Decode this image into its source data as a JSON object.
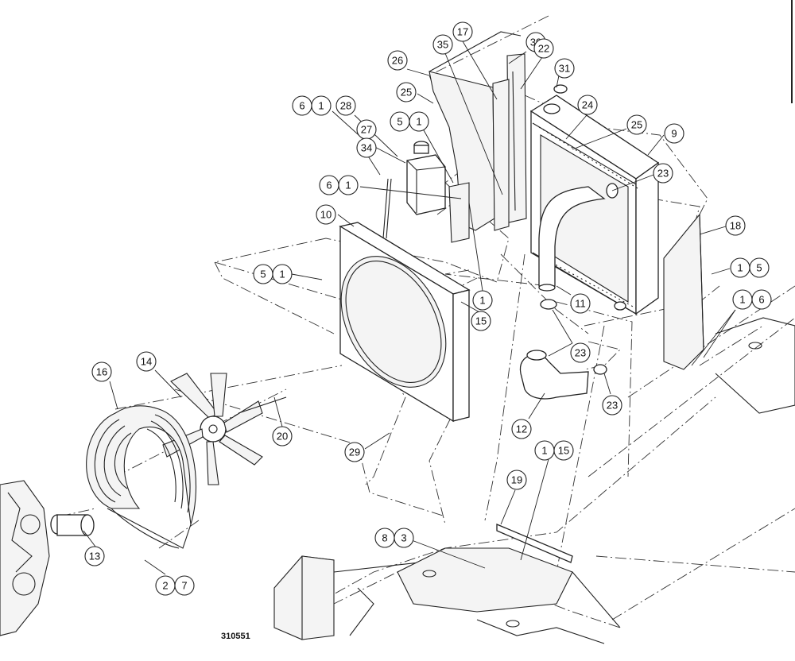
{
  "drawing_number": "310551",
  "callouts": [
    {
      "id": "c-26",
      "labels": [
        "26"
      ]
    },
    {
      "id": "c-35",
      "labels": [
        "35"
      ]
    },
    {
      "id": "c-17",
      "labels": [
        "17"
      ]
    },
    {
      "id": "c-30",
      "labels": [
        "30"
      ]
    },
    {
      "id": "c-22",
      "labels": [
        "22"
      ]
    },
    {
      "id": "c-31",
      "labels": [
        "31"
      ]
    },
    {
      "id": "c-25a",
      "labels": [
        "25"
      ]
    },
    {
      "id": "c-6-1a",
      "labels": [
        "6",
        "1"
      ]
    },
    {
      "id": "c-28",
      "labels": [
        "28"
      ]
    },
    {
      "id": "c-24",
      "labels": [
        "24"
      ]
    },
    {
      "id": "c-25b",
      "labels": [
        "25"
      ]
    },
    {
      "id": "c-9",
      "labels": [
        "9"
      ]
    },
    {
      "id": "c-5-1a",
      "labels": [
        "5",
        "1"
      ]
    },
    {
      "id": "c-27",
      "labels": [
        "27"
      ]
    },
    {
      "id": "c-34",
      "labels": [
        "34"
      ]
    },
    {
      "id": "c-23a",
      "labels": [
        "23"
      ]
    },
    {
      "id": "c-6-1b",
      "labels": [
        "6",
        "1"
      ]
    },
    {
      "id": "c-10",
      "labels": [
        "10"
      ]
    },
    {
      "id": "c-18",
      "labels": [
        "18"
      ]
    },
    {
      "id": "c-5-1b",
      "labels": [
        "5",
        "1"
      ]
    },
    {
      "id": "c-1-5",
      "labels": [
        "1",
        "5"
      ]
    },
    {
      "id": "c-1a",
      "labels": [
        "1"
      ]
    },
    {
      "id": "c-11",
      "labels": [
        "11"
      ]
    },
    {
      "id": "c-1-6",
      "labels": [
        "1",
        "6"
      ]
    },
    {
      "id": "c-15a",
      "labels": [
        "15"
      ]
    },
    {
      "id": "c-16",
      "labels": [
        "16"
      ]
    },
    {
      "id": "c-14",
      "labels": [
        "14"
      ]
    },
    {
      "id": "c-23b",
      "labels": [
        "23"
      ]
    },
    {
      "id": "c-23c",
      "labels": [
        "23"
      ]
    },
    {
      "id": "c-12",
      "labels": [
        "12"
      ]
    },
    {
      "id": "c-20",
      "labels": [
        "20"
      ]
    },
    {
      "id": "c-29",
      "labels": [
        "29"
      ]
    },
    {
      "id": "c-1-15",
      "labels": [
        "1",
        "15"
      ]
    },
    {
      "id": "c-19",
      "labels": [
        "19"
      ]
    },
    {
      "id": "c-8-3",
      "labels": [
        "8",
        "3"
      ]
    },
    {
      "id": "c-13",
      "labels": [
        "13"
      ]
    },
    {
      "id": "c-2-7",
      "labels": [
        "2",
        "7"
      ]
    }
  ]
}
